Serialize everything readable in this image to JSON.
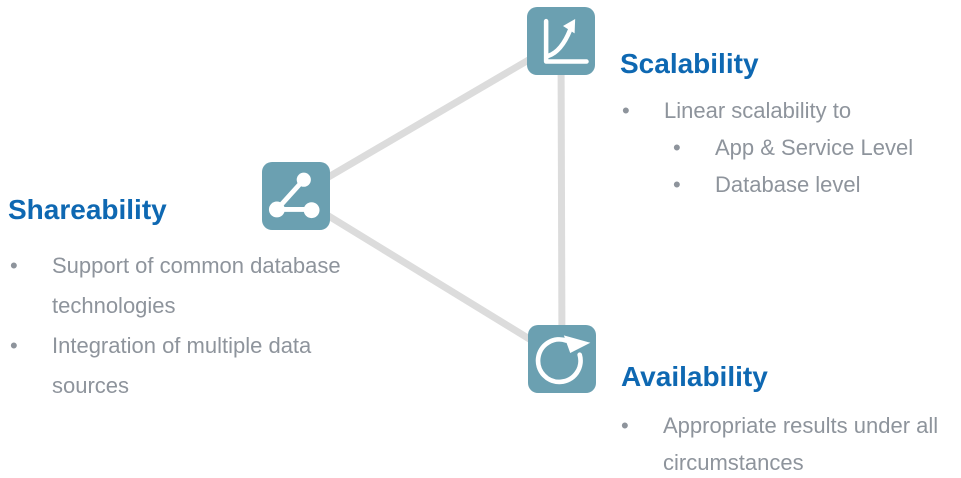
{
  "bullet_char": "•",
  "colors": {
    "background": "#ffffff",
    "icon_bg": "#6ba0b1",
    "icon_glyph": "#ffffff",
    "heading_text": "#0e68b2",
    "body_text": "#8e949c",
    "connector": "#dcdcdc"
  },
  "sections": {
    "scalability": {
      "title": "Scalability",
      "icon": "growth-chart-icon",
      "bullets": [
        {
          "text": "Linear scalability to",
          "level": 1
        },
        {
          "text": "App & Service Level",
          "level": 2
        },
        {
          "text": "Database level",
          "level": 2
        }
      ]
    },
    "shareability": {
      "title": "Shareability",
      "icon": "share-nodes-icon",
      "bullets": [
        {
          "text": "Support of common database technologies",
          "level": 1
        },
        {
          "text": "Integration of multiple data sources",
          "level": 1
        }
      ]
    },
    "availability": {
      "title": "Availability",
      "icon": "refresh-arrow-icon",
      "bullets": [
        {
          "text": "Appropriate results under all circumstances",
          "level": 1
        }
      ]
    }
  }
}
